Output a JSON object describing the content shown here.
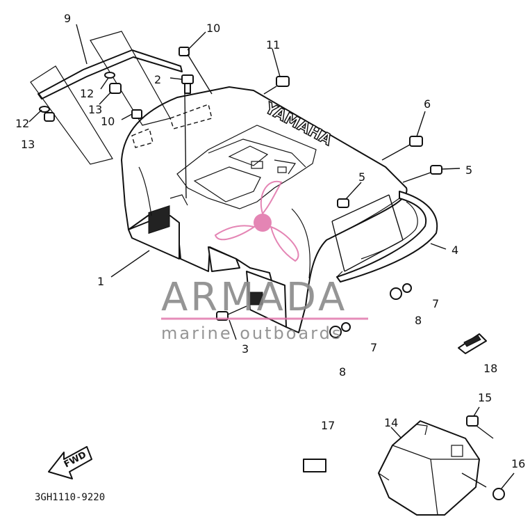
{
  "callouts": [
    {
      "id": "c1",
      "text": "1"
    },
    {
      "id": "c2",
      "text": "2"
    },
    {
      "id": "c3",
      "text": "3"
    },
    {
      "id": "c4",
      "text": "4"
    },
    {
      "id": "c5a",
      "text": "5"
    },
    {
      "id": "c5b",
      "text": "5"
    },
    {
      "id": "c6",
      "text": "6"
    },
    {
      "id": "c7a",
      "text": "7"
    },
    {
      "id": "c7b",
      "text": "7"
    },
    {
      "id": "c8a",
      "text": "8"
    },
    {
      "id": "c8b",
      "text": "8"
    },
    {
      "id": "c9",
      "text": "9"
    },
    {
      "id": "c10a",
      "text": "10"
    },
    {
      "id": "c10b",
      "text": "10"
    },
    {
      "id": "c11",
      "text": "11"
    },
    {
      "id": "c12a",
      "text": "12"
    },
    {
      "id": "c12b",
      "text": "12"
    },
    {
      "id": "c13a",
      "text": "13"
    },
    {
      "id": "c13b",
      "text": "13"
    },
    {
      "id": "c14",
      "text": "14"
    },
    {
      "id": "c15",
      "text": "15"
    },
    {
      "id": "c16",
      "text": "16"
    },
    {
      "id": "c17",
      "text": "17"
    },
    {
      "id": "c18",
      "text": "18"
    }
  ],
  "brand_mark": "YAMAHA",
  "direction_label": "FWD",
  "diagram_code": "3GH1110-9220",
  "watermark": {
    "title": "ARMADA",
    "subtitle": "marine outboards",
    "accent_color": "#e070a8"
  }
}
